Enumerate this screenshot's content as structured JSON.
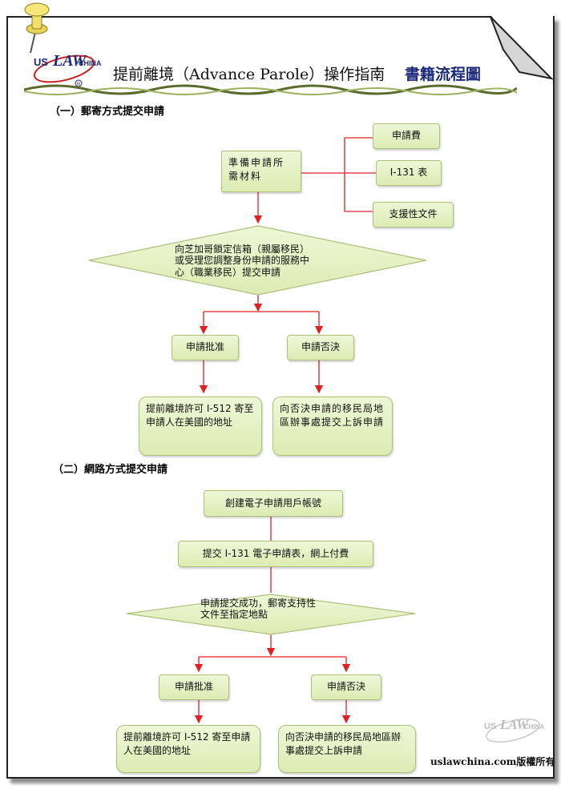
{
  "header": {
    "title": "提前離境（Advance Parole）操作指南",
    "subtitle": "書籍流程圖",
    "logo_text": "US LAWCHINA"
  },
  "section1": {
    "heading": "（一）郵寄方式提交申請",
    "prepare": "準備申請所需材料",
    "materials": [
      "申請費",
      "I-131 表",
      "支援性文件"
    ],
    "submit_line1": "向芝加哥鎖定信箱（親屬移民）",
    "submit_line2": "或受理您調整身份申請的服務中",
    "submit_line3": "心（職業移民）提交申請",
    "approve": "申請批准",
    "deny": "申請否決",
    "approve_result": "提前離境許可 I-512 寄至申請人在美國的地址",
    "deny_result": "向否決申請的移民局地區辦事處提交上訴申請"
  },
  "section2": {
    "heading": "（二）網路方式提交申請",
    "create_account": "創建電子申請用戶帳號",
    "submit_online": "提交 I-131 電子申請表，網上付費",
    "success_line1": "申請提交成功，郵寄支持性",
    "success_line2": "文件至指定地點",
    "approve": "申請批准",
    "deny": "申請否決",
    "approve_result": "提前離境許可 I-512 寄至申請人在美國的地址",
    "deny_result": "向否決申請的移民局地區辦事處提交上訴申請"
  },
  "footer": {
    "copyright": "uslawchina.com版權所有",
    "watermark_text": "US LAWCHINA"
  },
  "colors": {
    "box_fill": "#dcecb3",
    "box_border": "#aebf7c",
    "connector": "#e02020",
    "subtitle": "#1b2a7a"
  }
}
